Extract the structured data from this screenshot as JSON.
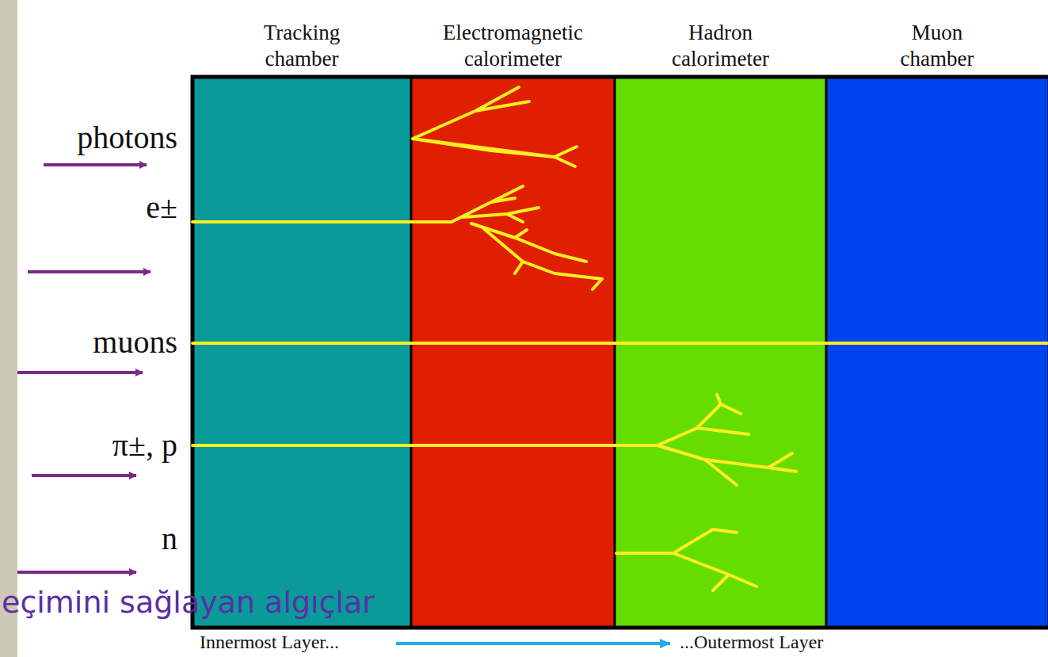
{
  "diagram": {
    "nodes": [
      {
        "text": [
          "Tracking chamber"
        ]
      },
      {
        "text": [
          "Electromagnetic calorimeter"
        ]
      },
      {
        "text": [
          "Hadron calorimeter"
        ]
      },
      {
        "text": [
          "Muon chamber"
        ]
      }
    ],
    "labels": [
      "photons",
      "e±",
      "muons",
      "π±, p",
      "n",
      "Innermost Layer...",
      "...Outermost Layer",
      "eçimini sağlayan algıçlar"
    ]
  }
}
